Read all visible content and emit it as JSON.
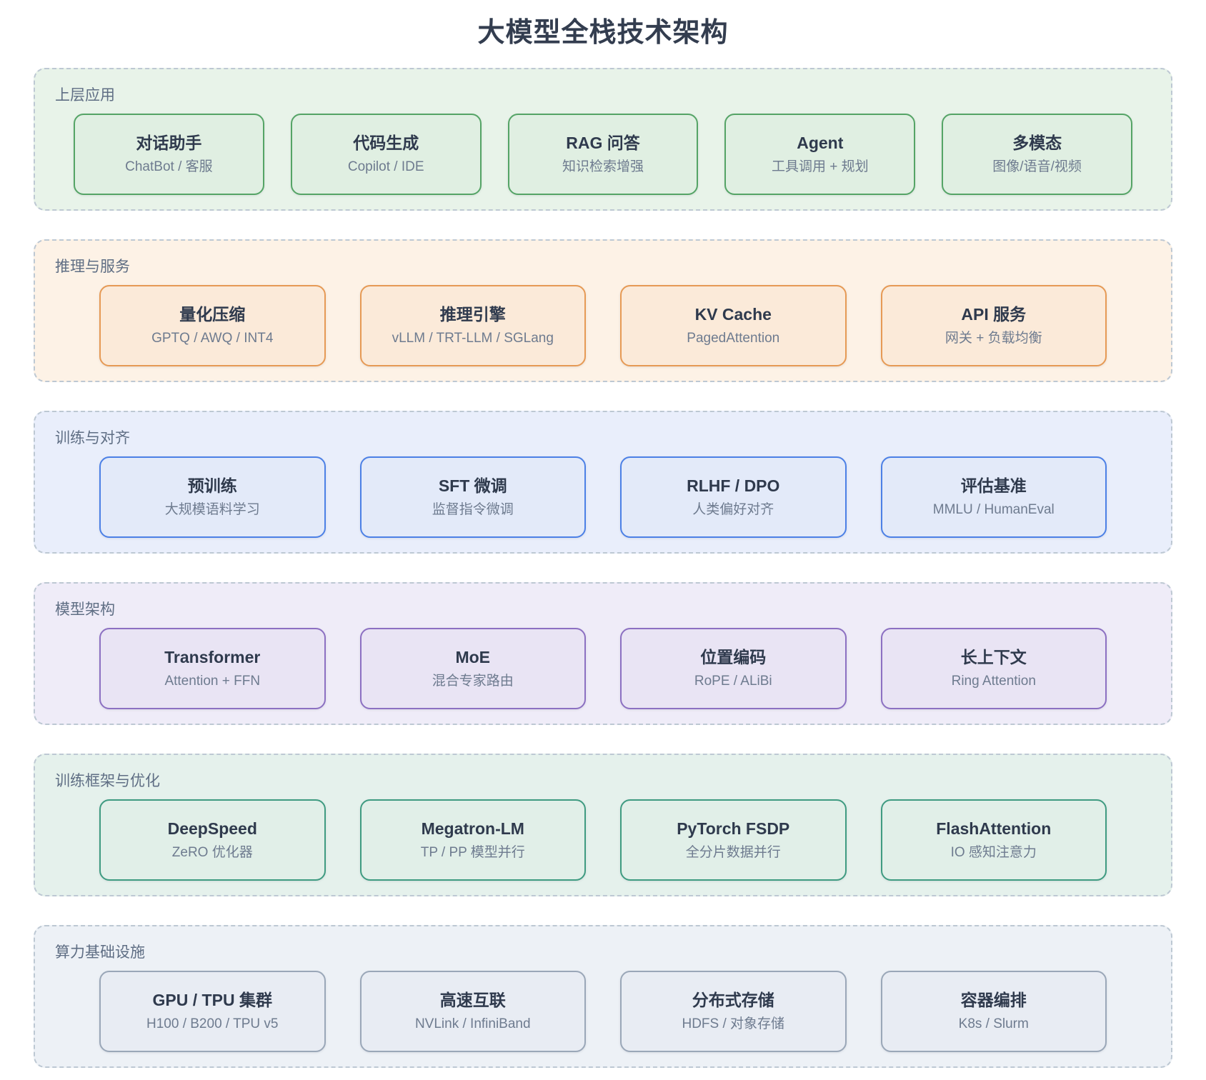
{
  "title": "大模型全栈技术架构",
  "text_colors": {
    "title": "#333d4f",
    "layer_label": "#5f6e84",
    "box_title": "#2f3a4d",
    "box_subtitle": "#6e7b8f",
    "dash_border": "#bdc8d3"
  },
  "layers": [
    {
      "label": "上层应用",
      "colors": {
        "container_bg": "#e8f3e9",
        "box_bg": "#e0efe2",
        "box_border": "#55a466"
      },
      "boxes": [
        {
          "title": "对话助手",
          "subtitle": "ChatBot / 客服"
        },
        {
          "title": "代码生成",
          "subtitle": "Copilot / IDE"
        },
        {
          "title": "RAG 问答",
          "subtitle": "知识检索增强"
        },
        {
          "title": "Agent",
          "subtitle": "工具调用 + 规划"
        },
        {
          "title": "多模态",
          "subtitle": "图像/语音/视频"
        }
      ]
    },
    {
      "label": "推理与服务",
      "colors": {
        "container_bg": "#fdf2e6",
        "box_bg": "#fbead9",
        "box_border": "#e69a55"
      },
      "boxes": [
        {
          "title": "量化压缩",
          "subtitle": "GPTQ / AWQ / INT4"
        },
        {
          "title": "推理引擎",
          "subtitle": "vLLM / TRT-LLM / SGLang"
        },
        {
          "title": "KV Cache",
          "subtitle": "PagedAttention"
        },
        {
          "title": "API 服务",
          "subtitle": "网关 + 负载均衡"
        }
      ]
    },
    {
      "label": "训练与对齐",
      "colors": {
        "container_bg": "#e9eefb",
        "box_bg": "#e3eaf9",
        "box_border": "#4c80e6"
      },
      "boxes": [
        {
          "title": "预训练",
          "subtitle": "大规模语料学习"
        },
        {
          "title": "SFT 微调",
          "subtitle": "监督指令微调"
        },
        {
          "title": "RLHF / DPO",
          "subtitle": "人类偏好对齐"
        },
        {
          "title": "评估基准",
          "subtitle": "MMLU / HumanEval"
        }
      ]
    },
    {
      "label": "模型架构",
      "colors": {
        "container_bg": "#efecf8",
        "box_bg": "#e9e4f4",
        "box_border": "#8c70c2"
      },
      "boxes": [
        {
          "title": "Transformer",
          "subtitle": "Attention + FFN"
        },
        {
          "title": "MoE",
          "subtitle": "混合专家路由"
        },
        {
          "title": "位置编码",
          "subtitle": "RoPE / ALiBi"
        },
        {
          "title": "长上下文",
          "subtitle": "Ring Attention"
        }
      ]
    },
    {
      "label": "训练框架与优化",
      "colors": {
        "container_bg": "#e5f1ec",
        "box_bg": "#e1efe8",
        "box_border": "#3f9b81"
      },
      "boxes": [
        {
          "title": "DeepSpeed",
          "subtitle": "ZeRO 优化器"
        },
        {
          "title": "Megatron-LM",
          "subtitle": "TP / PP 模型并行"
        },
        {
          "title": "PyTorch FSDP",
          "subtitle": "全分片数据并行"
        },
        {
          "title": "FlashAttention",
          "subtitle": "IO 感知注意力"
        }
      ]
    },
    {
      "label": "算力基础设施",
      "colors": {
        "container_bg": "#edf1f6",
        "box_bg": "#e8ecf3",
        "box_border": "#9aa7b8"
      },
      "boxes": [
        {
          "title": "GPU / TPU 集群",
          "subtitle": "H100 / B200 / TPU v5"
        },
        {
          "title": "高速互联",
          "subtitle": "NVLink / InfiniBand"
        },
        {
          "title": "分布式存储",
          "subtitle": "HDFS / 对象存储"
        },
        {
          "title": "容器编排",
          "subtitle": "K8s / Slurm"
        }
      ]
    }
  ]
}
